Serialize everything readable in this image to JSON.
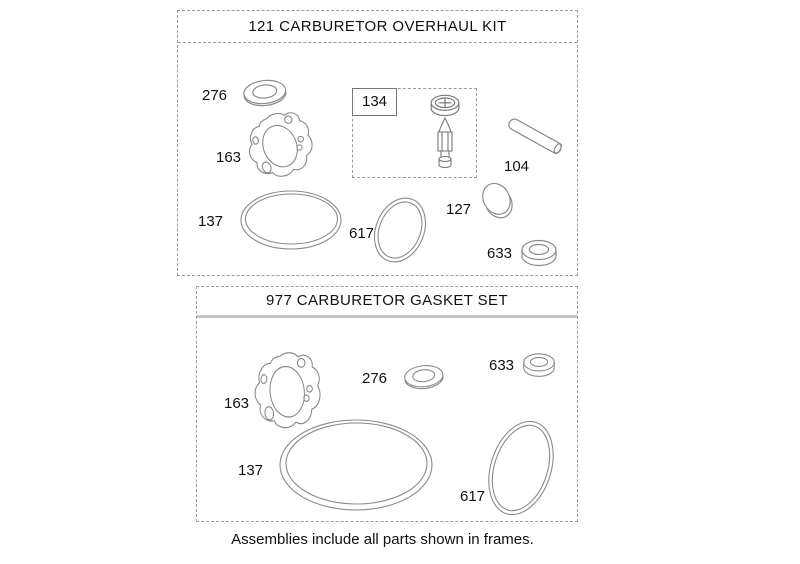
{
  "frames": [
    {
      "title": "121 CARBURETOR OVERHAUL KIT",
      "part_labels": [
        "276",
        "163",
        "134",
        "104",
        "137",
        "617",
        "127",
        "633"
      ]
    },
    {
      "title": "977 CARBURETOR GASKET SET",
      "part_labels": [
        "163",
        "276",
        "633",
        "137",
        "617"
      ]
    }
  ],
  "caption": "Assemblies include all parts shown in frames.",
  "colors": {
    "drawing_line": "#8a8a8a",
    "frame_border": "#9b9b9b",
    "separator": "#c4c4c4",
    "text": "#111111"
  }
}
